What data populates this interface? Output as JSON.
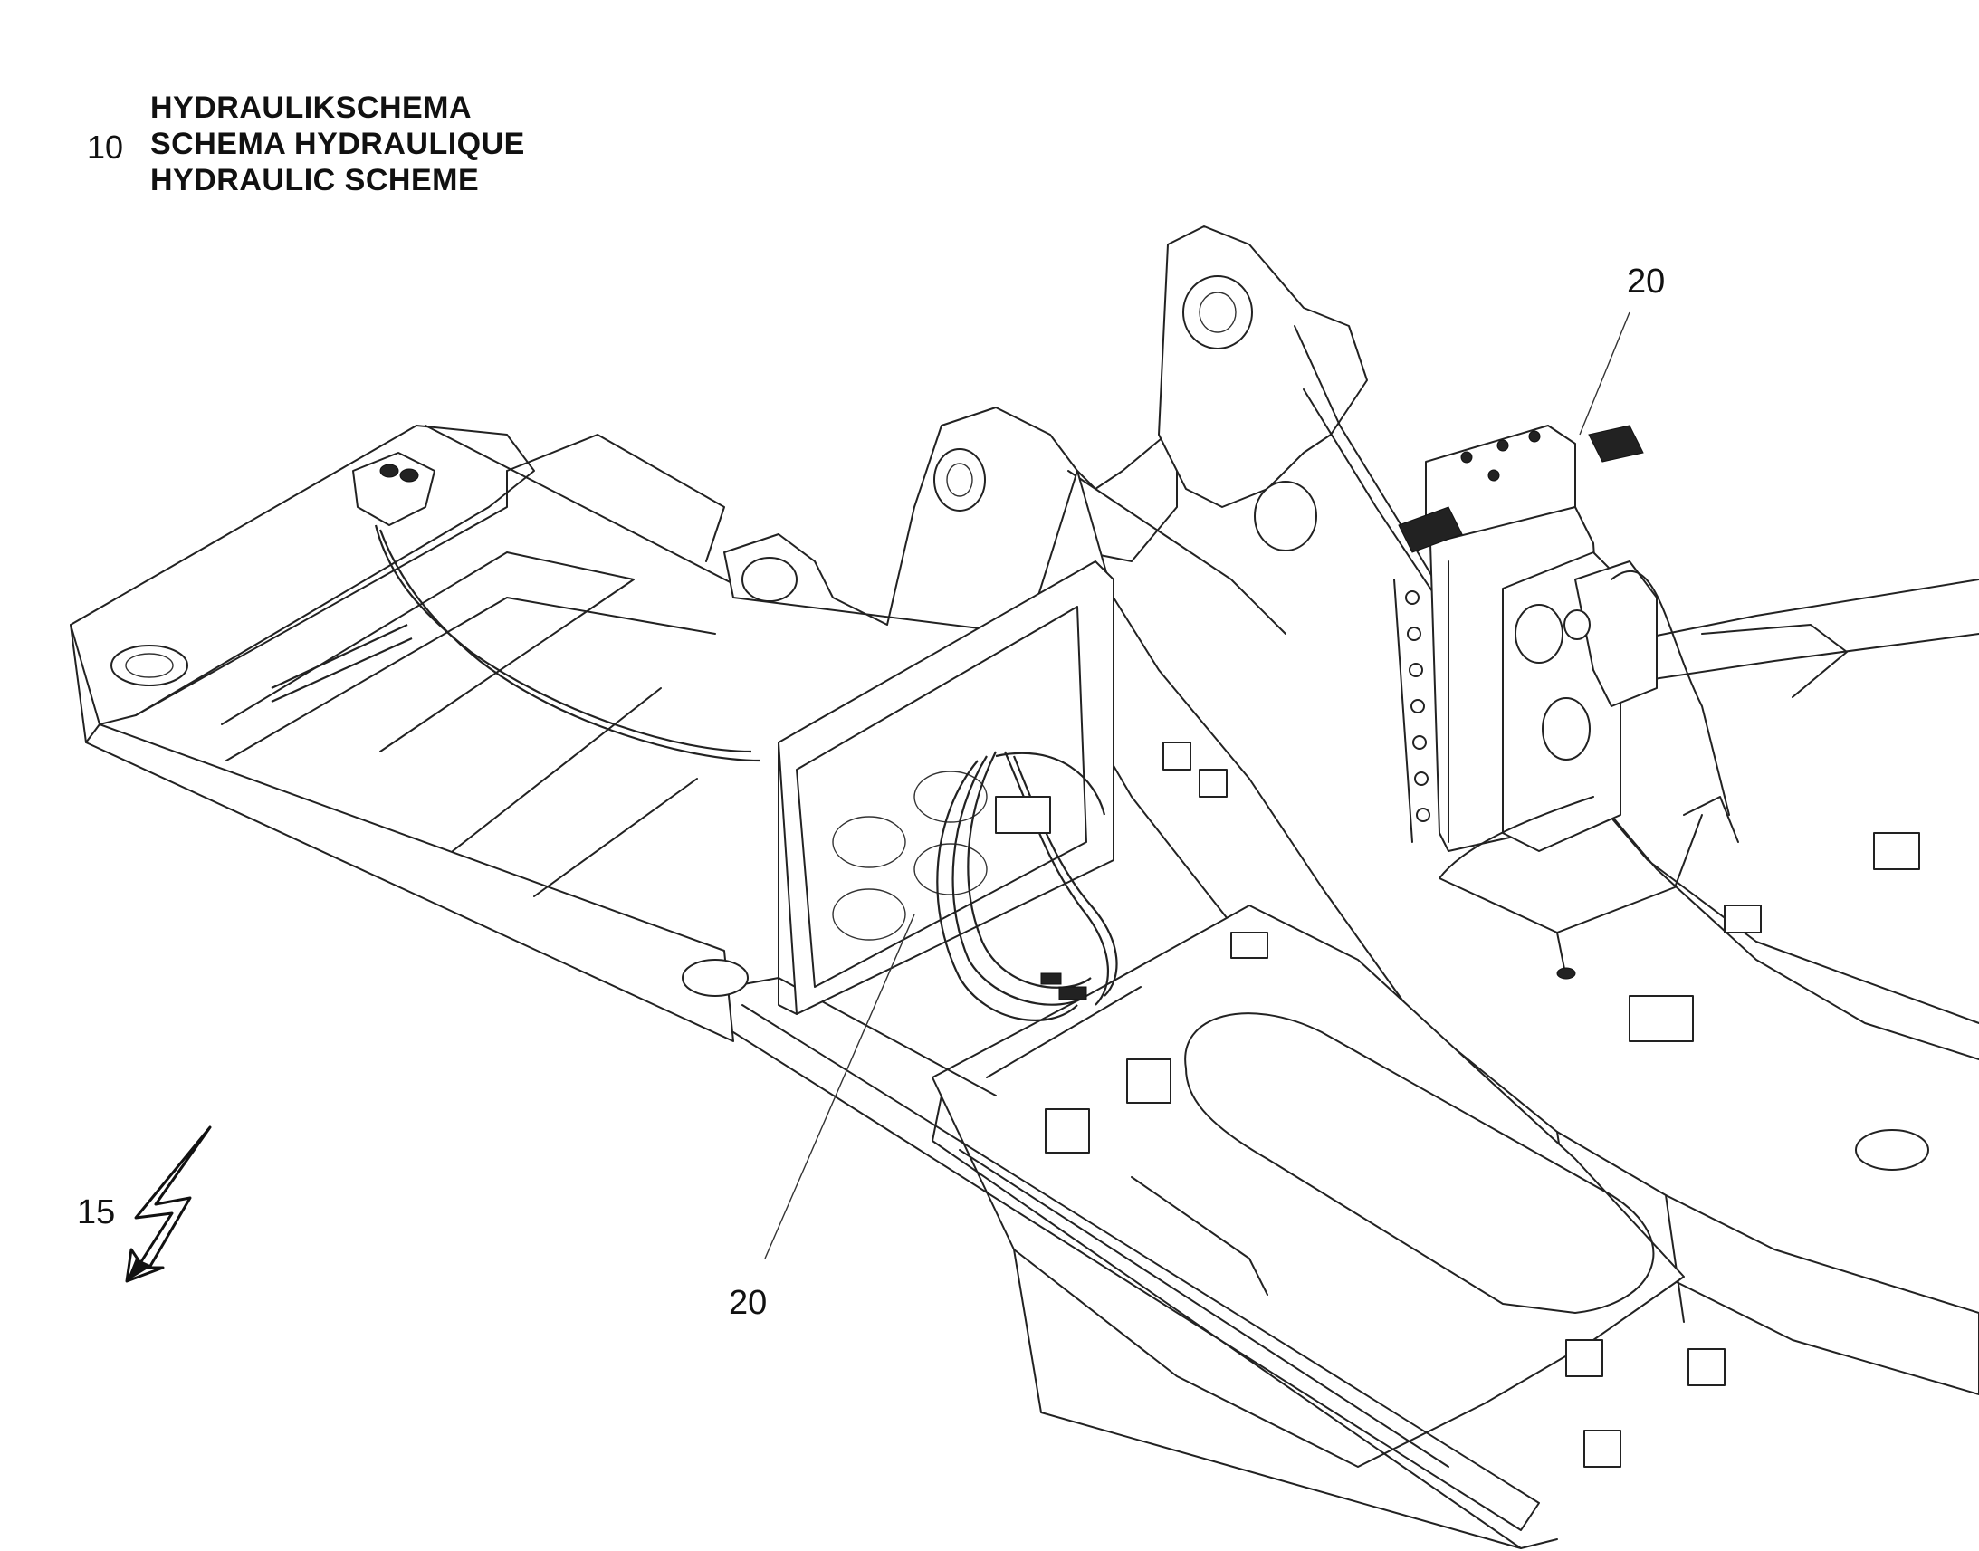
{
  "title": {
    "number": "10",
    "lines": [
      "HYDRAULIKSCHEMA",
      "SCHEMA HYDRAULIQUE",
      "HYDRAULIC SCHEME"
    ]
  },
  "callouts": {
    "top_valve": "20",
    "bottom_hoses": "20",
    "electrical_ref": "15"
  },
  "icons": {
    "electrical_symbol": "lightning-arrow-icon"
  }
}
